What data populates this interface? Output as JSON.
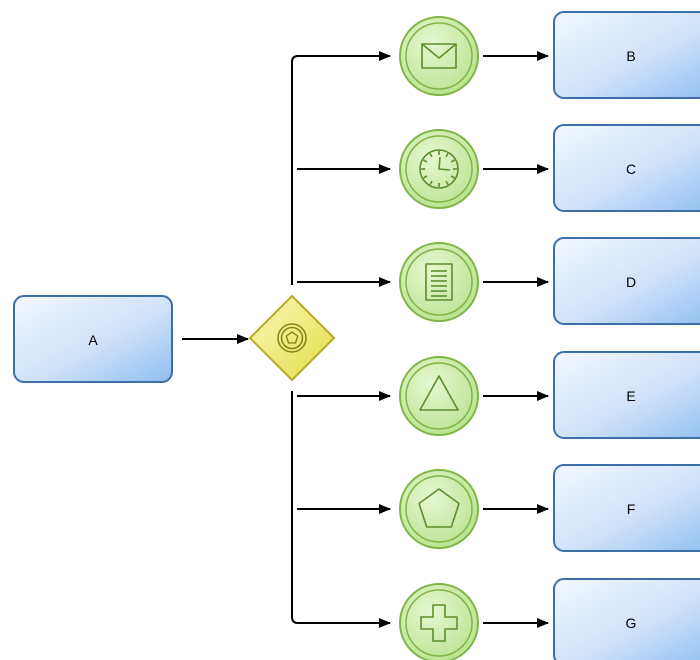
{
  "diagram": {
    "source_task": {
      "label": "A"
    },
    "gateway": {
      "kind": "event-based-gateway",
      "marker": "pentagon-in-circles",
      "fill": "#eeea6a",
      "stroke": "#b4aa28"
    },
    "branches": [
      {
        "event": "message-icon",
        "target_label": "B"
      },
      {
        "event": "timer-icon",
        "target_label": "C"
      },
      {
        "event": "document-icon",
        "target_label": "D"
      },
      {
        "event": "triangle-icon",
        "target_label": "E"
      },
      {
        "event": "pentagon-icon",
        "target_label": "F"
      },
      {
        "event": "plus-icon",
        "target_label": "G"
      }
    ],
    "colors": {
      "task_fill_light": "#f3f8ff",
      "task_fill_dark": "#8fbef0",
      "task_stroke": "#3c6ea8",
      "event_fill": "#b8e38f",
      "event_stroke": "#7fb545",
      "connector": "#000000"
    }
  }
}
